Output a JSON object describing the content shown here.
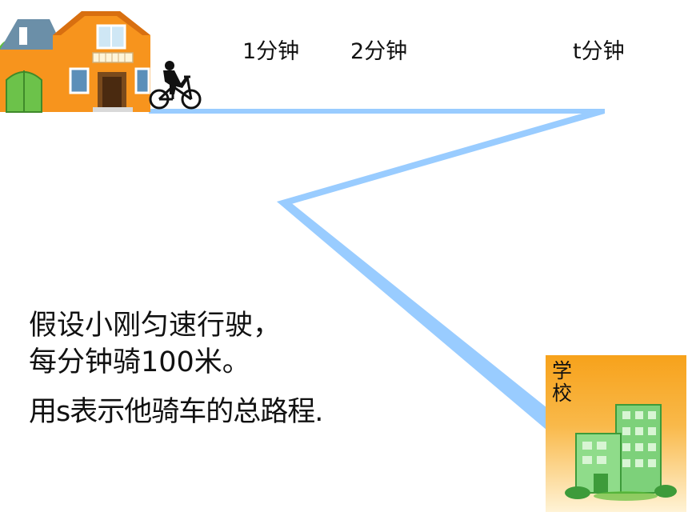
{
  "route": {
    "time_labels": [
      "1分钟",
      "2分钟",
      "t分钟"
    ],
    "road_color": "#99ccff"
  },
  "school": {
    "label_line1": "学",
    "label_line2": "校",
    "panel_color": "#f7a21b"
  },
  "house": {
    "wall_color": "#f7941d",
    "roof_color": "#6b8fa8"
  },
  "text": {
    "line1": "假设小刚匀速行驶，",
    "line2": "每分钟骑100米。",
    "line3": "用s表示他骑车的总路程."
  }
}
